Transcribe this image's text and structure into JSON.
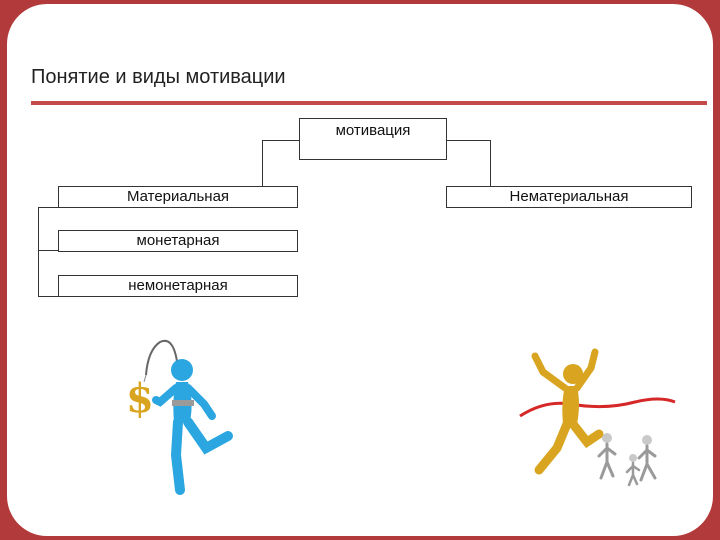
{
  "slide": {
    "title": "Понятие и виды мотивации"
  },
  "diagram": {
    "root": "мотивация",
    "branches": [
      {
        "label": "Материальная",
        "children": [
          "монетарная",
          "немонетарная"
        ]
      },
      {
        "label": "Нематериальная",
        "children": []
      }
    ]
  },
  "illustrations": [
    {
      "name": "runner-chasing-dollar-illustration"
    },
    {
      "name": "winner-crossing-finish-line-illustration"
    }
  ],
  "colors": {
    "frame": "#b23a3a",
    "accent_rule": "#c44a4a",
    "figure_blue": "#2ba6e0",
    "figure_gold": "#d9a520",
    "ribbon_red": "#d62828"
  }
}
